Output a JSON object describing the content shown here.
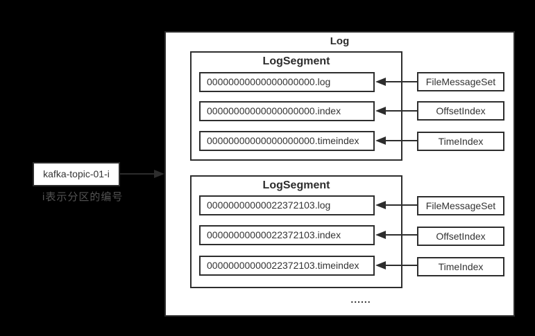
{
  "colors": {
    "background": "#000000",
    "box_fill": "#ffffff",
    "box_border": "#2d2d2d",
    "text": "#333333",
    "note_text": "#545454"
  },
  "left_panel": {
    "topic_label": "kafka-topic-01-i",
    "note": "i表示分区的编号"
  },
  "log": {
    "title": "Log",
    "ellipsis": "......",
    "segments": [
      {
        "title": "LogSegment",
        "files": [
          {
            "name": "00000000000000000000.log",
            "source": "FileMessageSet"
          },
          {
            "name": "00000000000000000000.index",
            "source": "OffsetIndex"
          },
          {
            "name": "00000000000000000000.timeindex",
            "source": "TimeIndex"
          }
        ]
      },
      {
        "title": "LogSegment",
        "files": [
          {
            "name": "00000000000022372103.log",
            "source": "FileMessageSet"
          },
          {
            "name": "00000000000022372103.index",
            "source": "OffsetIndex"
          },
          {
            "name": "00000000000022372103.timeindex",
            "source": "TimeIndex"
          }
        ]
      }
    ]
  }
}
